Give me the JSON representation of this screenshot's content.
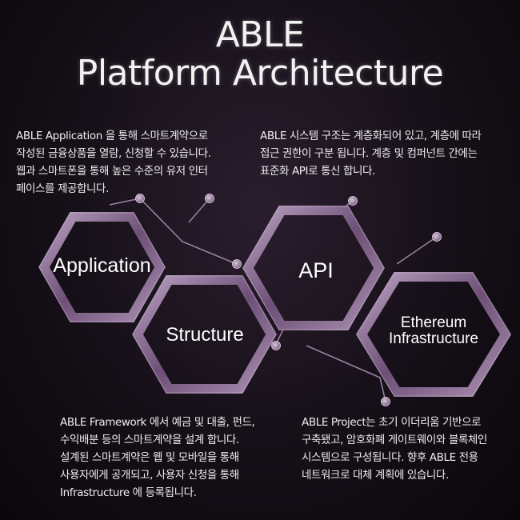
{
  "title": {
    "line1": "ABLE",
    "line2": "Platform Architecture"
  },
  "hexagons": {
    "application": "Application",
    "structure": "Structure",
    "api": "API",
    "ethereum_line1": "Ethereum",
    "ethereum_line2": "Infrastructure"
  },
  "texts": {
    "top_left": [
      "ABLE Application 을 통해 스마트계약으로",
      "작성된 금융상품을 열람, 신청할 수 있습니다.",
      "웹과 스마트폰을 통해 높은 수준의 유저 인터",
      "페이스를 제공합니다."
    ],
    "top_right": [
      "ABLE 시스템 구조는 계층화되어 있고, 계층에 따라",
      "접근 권한이 구분 됩니다. 계층 및 컴퍼넌트 간에는",
      "표준화 API로 통신 합니다."
    ],
    "bottom_left": [
      "ABLE Framework 에서 예금 및 대출, 펀드,",
      "수익배분 등의 스마트계약을 설계 합니다.",
      "설계된 스마트계약은 웹 및 모바일을 통해",
      "사용자에게 공개되고, 사용자 신청을 통해",
      "Infrastructure 에 등록됩니다."
    ],
    "bottom_right": [
      "ABLE Project는 초기 이더리움 기반으로",
      "구축됐고, 암호화폐 게이트웨이와 블록체인",
      "시스템으로 구성됩니다. 향후 ABLE 전용",
      "네트워크로 대체 계획에 있습니다."
    ]
  },
  "colors": {
    "hex_stroke": "#7a5d83",
    "hex_highlight": "#b49abb",
    "connector": "#9a7fa2",
    "background": "#150f17"
  }
}
